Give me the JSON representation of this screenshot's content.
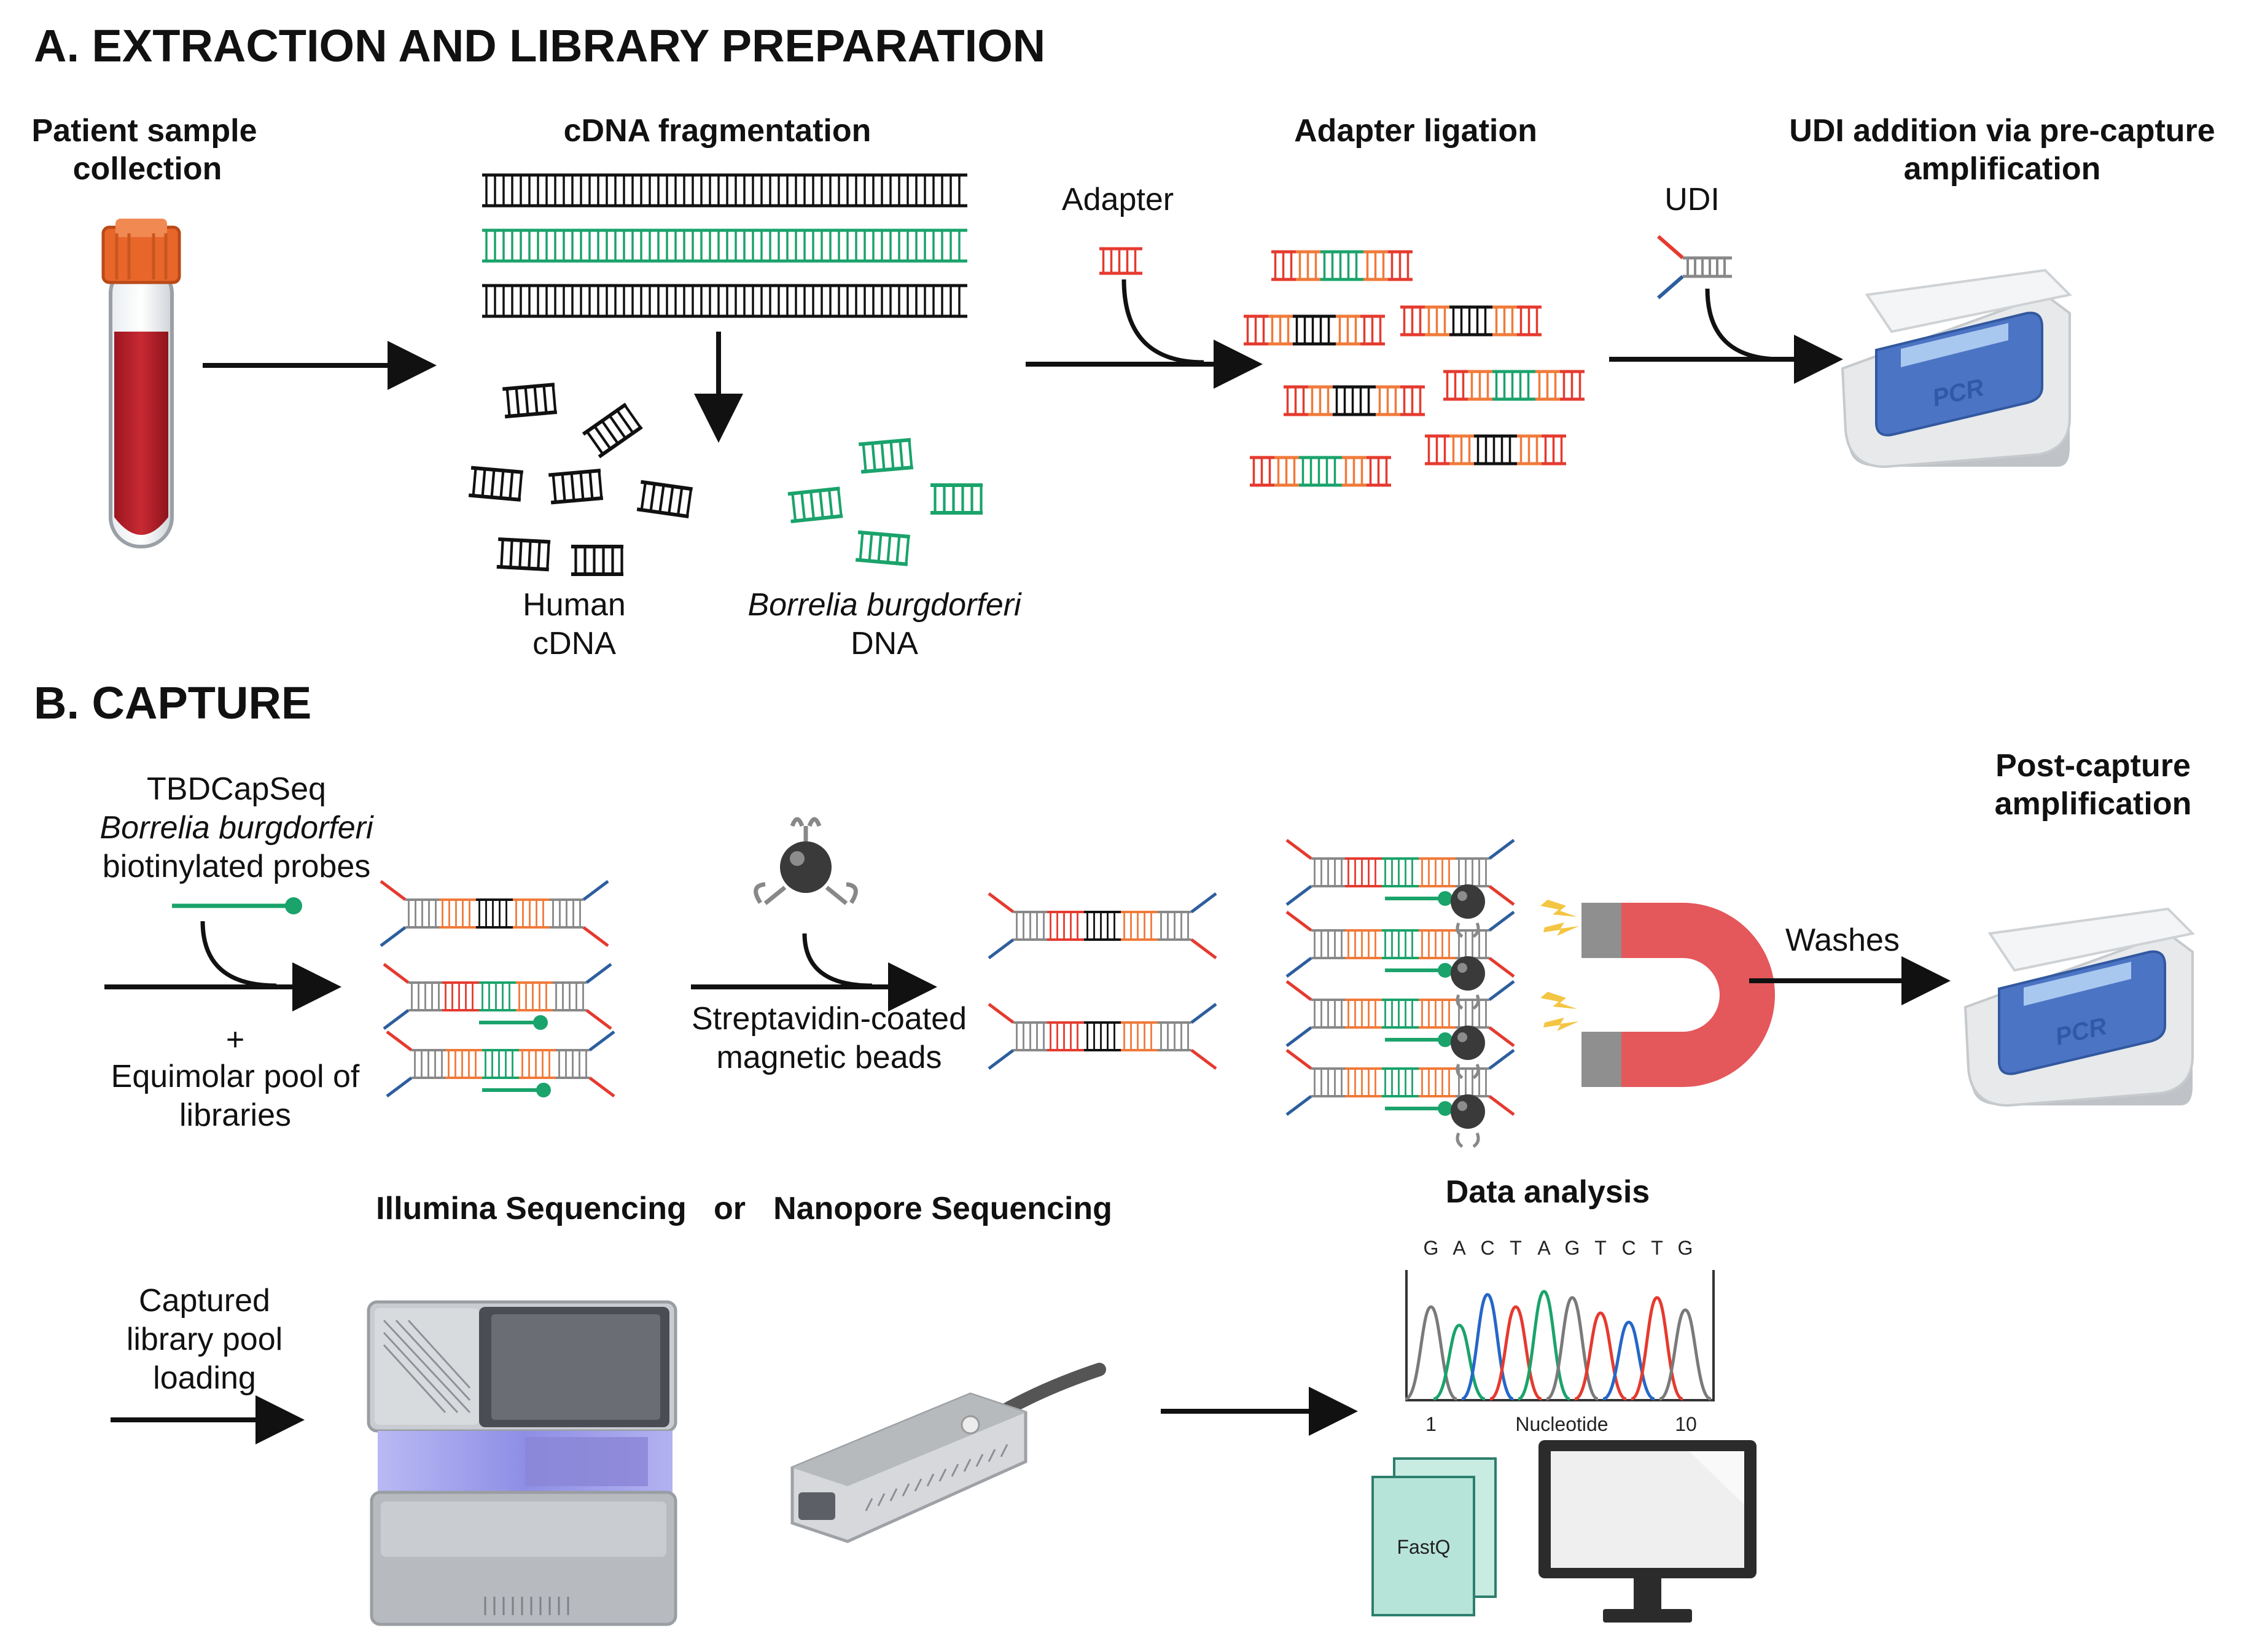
{
  "section_a": {
    "title": "A. EXTRACTION AND LIBRARY PREPARATION",
    "steps": {
      "sample_line1": "Patient sample",
      "sample_line2": "collection",
      "fragmentation": "cDNA fragmentation",
      "ligation": "Adapter ligation",
      "udi_line1": "UDI addition via pre-capture",
      "udi_line2": "amplification"
    },
    "labels": {
      "adapter": "Adapter",
      "udi": "UDI",
      "human_line1": "Human",
      "human_line2": "cDNA",
      "borrelia_line1": "Borrelia burgdorferi",
      "borrelia_line2": "DNA"
    },
    "pcr_label": "PCR"
  },
  "section_b": {
    "title": "B. CAPTURE",
    "probes_line1": "TBDCapSeq",
    "probes_line2": "Borrelia burgdorferi",
    "probes_line3": "biotinylated probes",
    "plus": "+",
    "pool_line1": "Equimolar pool of",
    "pool_line2": "libraries",
    "beads_line1": "Streptavidin-coated",
    "beads_line2": "magnetic beads",
    "washes": "Washes",
    "post_line1": "Post-capture",
    "post_line2": "amplification",
    "pcr_label": "PCR"
  },
  "section_c": {
    "illumina": "Illumina Sequencing",
    "or": "or",
    "nanopore": "Nanopore Sequencing",
    "loading_line1": "Captured",
    "loading_line2": "library pool",
    "loading_line3": "loading",
    "data_analysis": "Data analysis",
    "bases": [
      "G",
      "A",
      "C",
      "T",
      "A",
      "G",
      "T",
      "C",
      "T",
      "G"
    ],
    "axis_start": "1",
    "axis_label": "Nucleotide",
    "axis_end": "10",
    "file_label": "FastQ"
  },
  "colors": {
    "black": "#111111",
    "green": "#1aa36b",
    "red": "#e53a2f",
    "orange": "#f07a3a",
    "blue": "#2d5e9e",
    "grey": "#888888",
    "magnet_red": "#e4575a",
    "bead": "#3a3a3a",
    "tube_cap": "#e8662a",
    "blood": "#b8202a"
  }
}
